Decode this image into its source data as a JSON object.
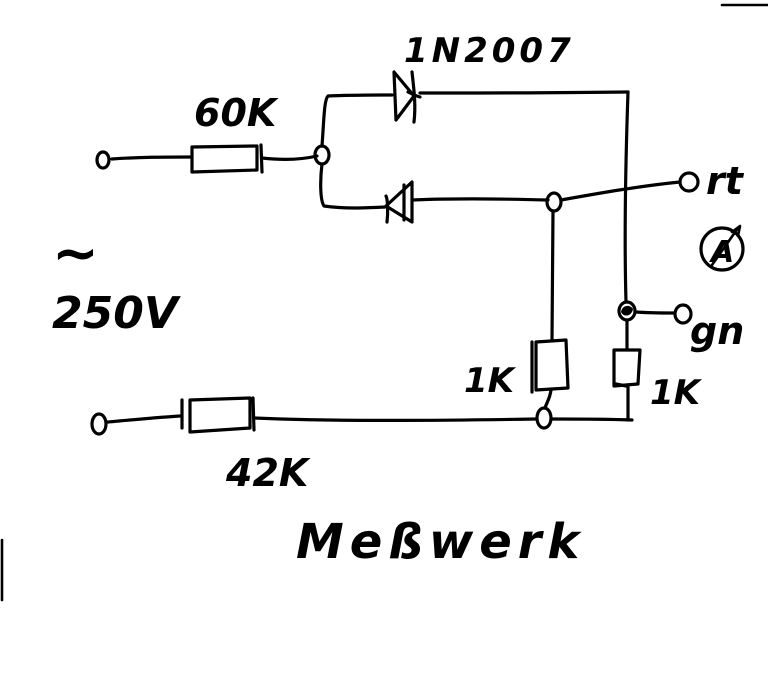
{
  "labels": {
    "diode_type": "1N2007",
    "r_input_top": "60K",
    "r_input_bottom": "42K",
    "r_shunt_left": "1K",
    "r_shunt_right": "1K",
    "supply_symbol": "~",
    "supply_voltage": "250V",
    "terminal_red": "rt",
    "terminal_green": "gn",
    "meter_symbol": "A",
    "caption": "Meßwerk"
  },
  "colors": {
    "ink": "#000000",
    "paper": "#ffffff"
  }
}
